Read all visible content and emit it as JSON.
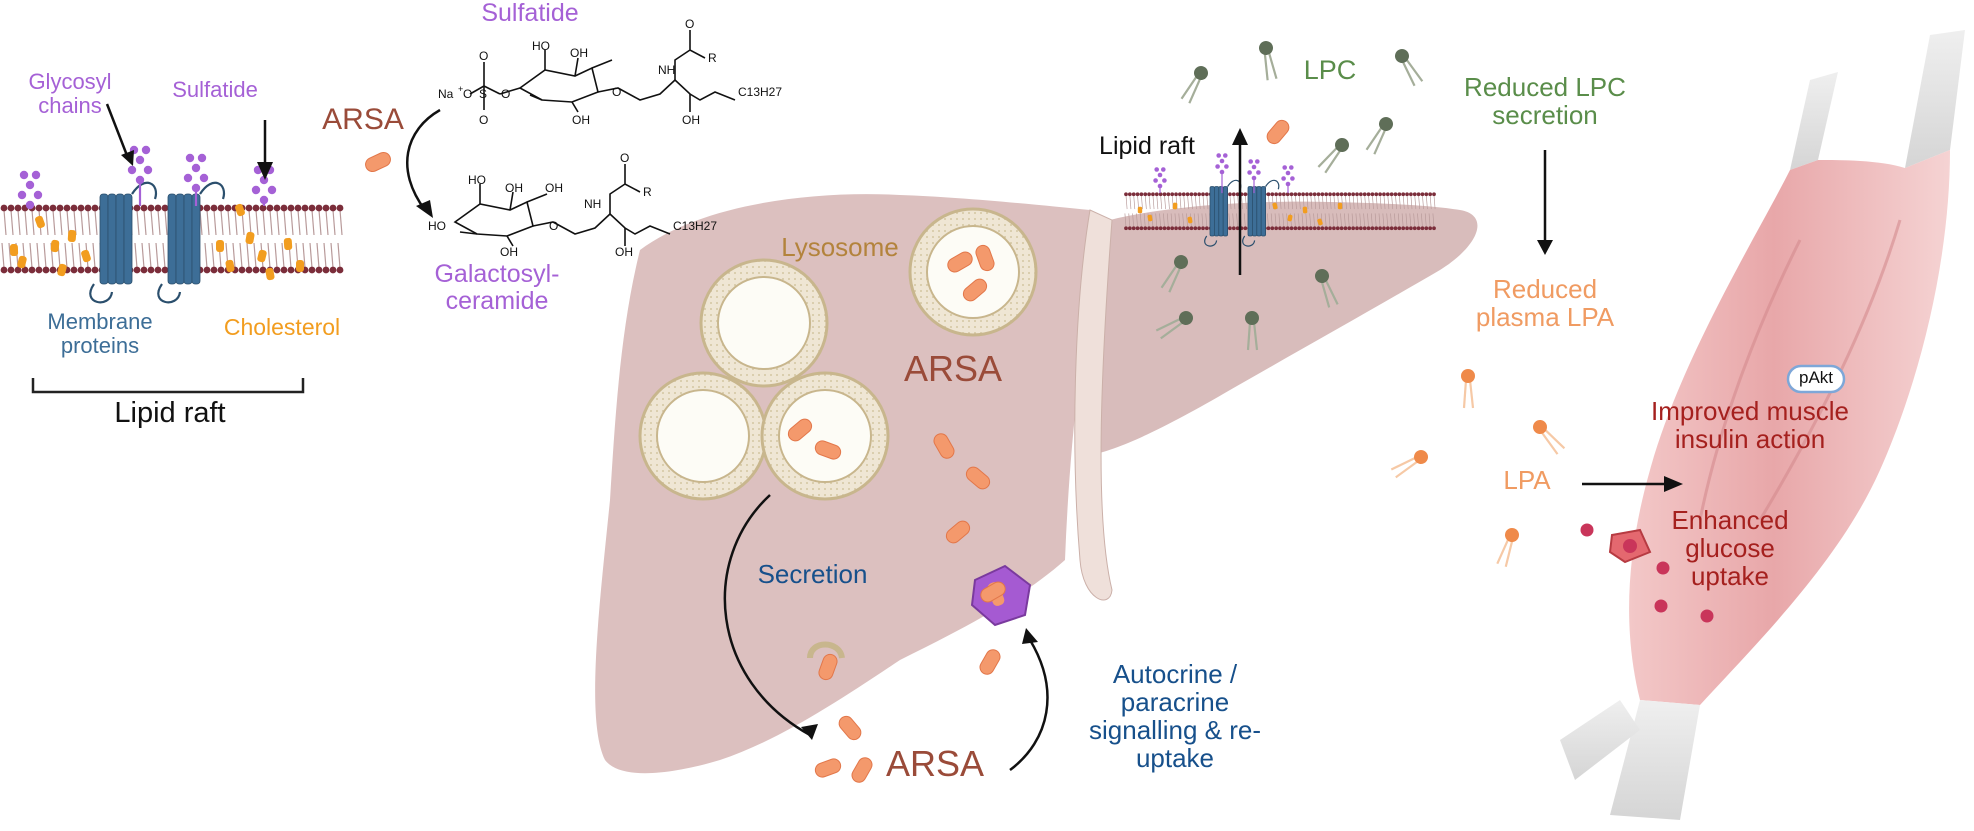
{
  "labels": {
    "glycosyl_chains": "Glycosyl\nchains",
    "sulfatide_left": "Sulfatide",
    "membrane_proteins": "Membrane\nproteins",
    "cholesterol": "Cholesterol",
    "lipid_raft_left": "Lipid raft",
    "arsa_top": "ARSA",
    "sulfatide_top": "Sulfatide",
    "galactosylceramide": "Galactosyl-\nceramide",
    "lysosome": "Lysosome",
    "arsa_center": "ARSA",
    "secretion": "Secretion",
    "arsa_bottom": "ARSA",
    "autocrine": "Autocrine / paracrine\nsignalling & re-uptake",
    "lipid_raft_right": "Lipid raft",
    "lpc": "LPC",
    "reduced_lpc": "Reduced LPC\nsecretion",
    "reduced_lpa": "Reduced\nplasma LPA",
    "lpa": "LPA",
    "pakt": "pAkt",
    "improved_insulin": "Improved muscle\ninsulin action",
    "enhanced_glucose": "Enhanced\nglucose\nuptake"
  },
  "chem": {
    "na": "Na",
    "plus": "+",
    "o": "O",
    "s": "S",
    "ho": "HO",
    "oh": "OH",
    "nh": "NH",
    "r": "R",
    "c13h27": "C13H27"
  },
  "colors": {
    "purple": "#a561d6",
    "arsa_brown": "#9a4b39",
    "membrane_blue": "#3d6e97",
    "cholesterol_orange": "#f29d1f",
    "secretion_blue": "#17508b",
    "lysosome_tan": "#b3833c",
    "lpc_green": "#5a8d4a",
    "lpa_orange": "#f09b62",
    "muscle_red": "#a5201e",
    "liver": "#dcc0bf",
    "arsa_enzyme": "#f4996c"
  }
}
